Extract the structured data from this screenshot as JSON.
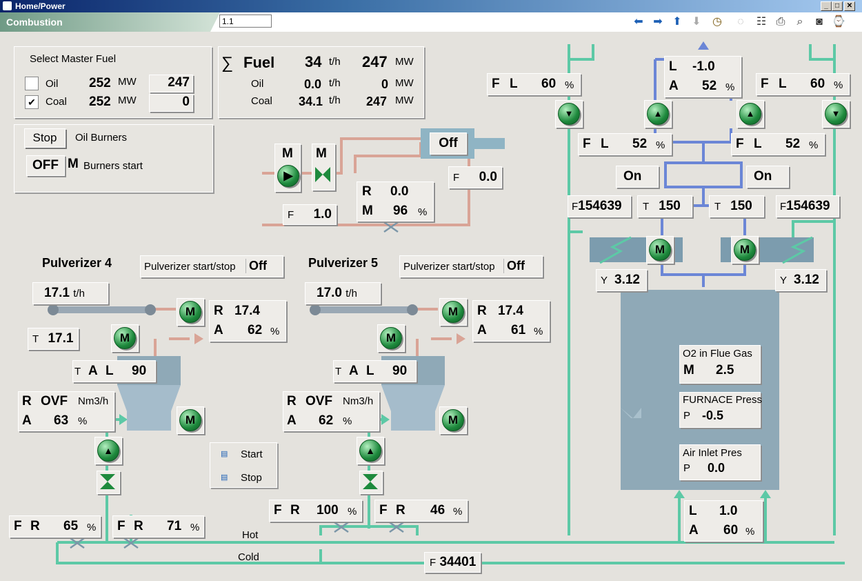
{
  "window": {
    "title": "Home/Power"
  },
  "toolbar": {
    "breadcrumb": "Combustion",
    "zoom_value": "1.1"
  },
  "master_fuel": {
    "title": "Select Master Fuel",
    "oil": {
      "label": "Oil",
      "mw": "252",
      "unit": "MW",
      "setpoint": "247",
      "checked": false
    },
    "coal": {
      "label": "Coal",
      "mw": "252",
      "unit": "MW",
      "setpoint": "0",
      "checked": true,
      "check_mark": "✔"
    }
  },
  "fuel_summary": {
    "sigma": "∑",
    "title": "Fuel",
    "total_th": "34",
    "total_mw": "247",
    "unit_th": "t/h",
    "unit_mw": "MW",
    "oil": {
      "label": "Oil",
      "th": "0.0",
      "mw": "0"
    },
    "coal": {
      "label": "Coal",
      "th": "34.1",
      "mw": "247"
    }
  },
  "oil_burners": {
    "stop_label": "Stop",
    "label": "Oil Burners",
    "off_label": "OFF",
    "m_label": "M",
    "burners_start": "Burners start"
  },
  "oil_system": {
    "m1": "M",
    "m2": "M",
    "off_label": "Off",
    "flow_label": "F",
    "flow_value": "0.0",
    "r_label": "R",
    "r_value": "0.0",
    "m_label": "M",
    "m_value": "96",
    "pct": "%",
    "f2_label": "F",
    "f2_value": "1.0"
  },
  "pulverizer4": {
    "title": "Pulverizer 4",
    "start_stop_label": "Pulverizer start/stop",
    "state": "Off",
    "feed": "17.1",
    "feed_unit": "t/h",
    "t_label": "T",
    "t_value": "17.1",
    "r_label": "R",
    "r_value": "17.4",
    "a_label": "A",
    "a_value": "62",
    "pct": "%",
    "tal": {
      "t": "T",
      "a": "A",
      "l": "L",
      "value": "90"
    },
    "ovf": {
      "r": "R",
      "label": "OVF",
      "unit": "Nm3/h",
      "a": "A",
      "a_value": "63",
      "pct": "%"
    },
    "fr": {
      "f": "F",
      "r": "R",
      "value": "65",
      "pct": "%"
    },
    "fr2": {
      "f": "F",
      "r": "R",
      "value": "71",
      "pct": "%"
    },
    "m": "M"
  },
  "pulverizer5": {
    "title": "Pulverizer 5",
    "start_stop_label": "Pulverizer start/stop",
    "state": "Off",
    "feed": "17.0",
    "feed_unit": "t/h",
    "r_label": "R",
    "r_value": "17.4",
    "a_label": "A",
    "a_value": "61",
    "pct": "%",
    "tal": {
      "t": "T",
      "a": "A",
      "l": "L",
      "value": "90"
    },
    "ovf": {
      "r": "R",
      "label": "OVF",
      "unit": "Nm3/h",
      "a": "A",
      "a_value": "62",
      "pct": "%"
    },
    "fr": {
      "f": "F",
      "r": "R",
      "value": "100",
      "pct": "%"
    },
    "fr2": {
      "f": "F",
      "r": "R",
      "value": "46",
      "pct": "%"
    },
    "m": "M"
  },
  "start_stop_menu": {
    "start": "Start",
    "stop": "Stop"
  },
  "air_system": {
    "fl_left": {
      "f": "F",
      "l": "L",
      "value": "60",
      "pct": "%"
    },
    "fl_right": {
      "f": "F",
      "l": "L",
      "value": "60",
      "pct": "%"
    },
    "fl_mid_left": {
      "f": "F",
      "l": "L",
      "value": "52",
      "pct": "%"
    },
    "fl_mid_right": {
      "f": "F",
      "l": "L",
      "value": "52",
      "pct": "%"
    },
    "la_top": {
      "l": "L",
      "l_value": "-1.0",
      "a": "A",
      "a_value": "52",
      "pct": "%"
    },
    "on_left": "On",
    "on_right": "On",
    "f_left": {
      "label": "F",
      "value": "154639"
    },
    "f_right": {
      "label": "F",
      "value": "154639"
    },
    "t_left": {
      "label": "T",
      "value": "150"
    },
    "t_right": {
      "label": "T",
      "value": "150"
    },
    "y_left": {
      "label": "Y",
      "value": "3.12"
    },
    "y_right": {
      "label": "Y",
      "value": "3.12"
    },
    "m": "M"
  },
  "furnace": {
    "o2": {
      "title": "O2 in Flue Gas",
      "label": "M",
      "value": "2.5"
    },
    "press": {
      "title": "FURNACE Press",
      "label": "P",
      "value": "-0.5"
    },
    "air_inlet": {
      "title": "Air Inlet Pres",
      "label": "P",
      "value": "0.0"
    },
    "la": {
      "l": "L",
      "l_value": "1.0",
      "a": "A",
      "a_value": "60",
      "pct": "%"
    }
  },
  "lines": {
    "hot": "Hot",
    "cold": "Cold",
    "f_label": "F",
    "f_value": "34401"
  },
  "colors": {
    "air_duct": "#6b86d6",
    "oil_pipe": "#d9a496",
    "water_pipe": "#5dc9a6",
    "furnace": "#8fa9b7"
  }
}
